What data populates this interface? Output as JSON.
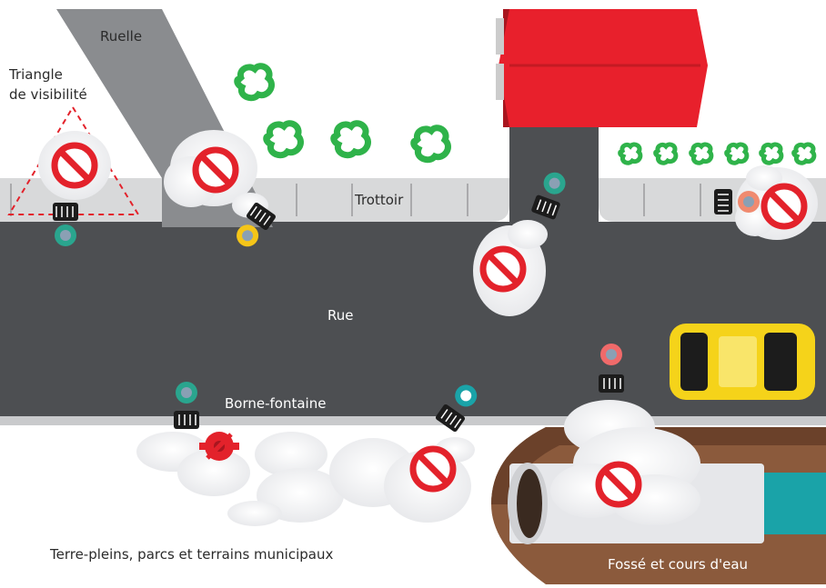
{
  "labels": {
    "ruelle": "Ruelle",
    "triangle_line1": "Triangle",
    "triangle_line2": "de visibilité",
    "trottoir": "Trottoir",
    "rue": "Rue",
    "borne_fontaine": "Borne-fontaine",
    "terre_pleins": "Terre-pleins, parcs et terrains municipaux",
    "fosse": "Fossé et cours d'eau"
  },
  "colors": {
    "road": "#4d4f52",
    "sidewalk": "#d8d9da",
    "alley": "#8a8c8f",
    "house_roof": "#e8202c",
    "no_sign": "#e3222b",
    "snow": "#ffffff",
    "bush": "#2fb34a",
    "car": "#f5d31a",
    "ditch_dirt": "#8b5a3c",
    "water": "#1aa3a8"
  },
  "icons": [
    "no-entry-icon",
    "snowblower-icon",
    "hydrant-icon",
    "car-icon",
    "house-icon",
    "bush-icon",
    "culvert-icon"
  ]
}
